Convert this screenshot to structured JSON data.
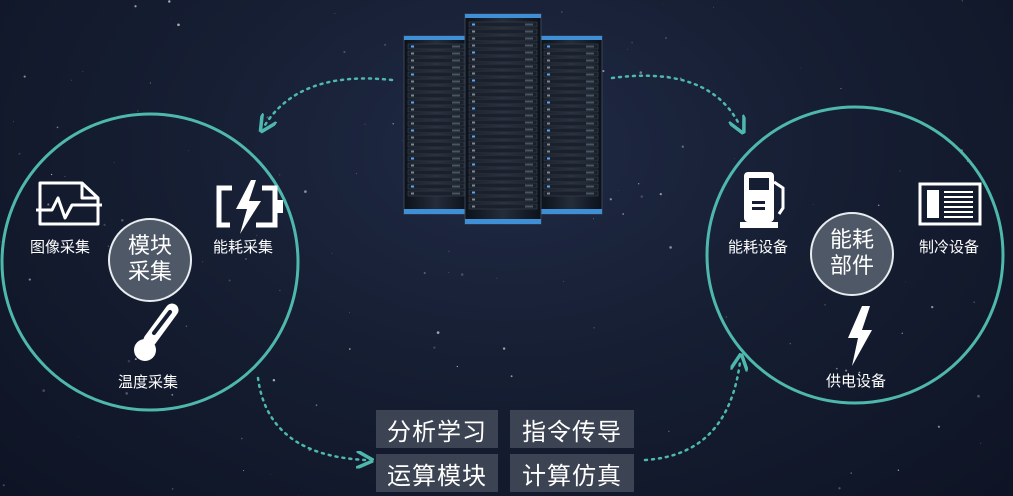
{
  "left_group": {
    "hub_label": "模块采集",
    "items": [
      {
        "label": "图像采集",
        "icon": "image-chart-icon"
      },
      {
        "label": "能耗采集",
        "icon": "battery-bolt-icon"
      },
      {
        "label": "温度采集",
        "icon": "thermometer-icon"
      }
    ]
  },
  "right_group": {
    "hub_label": "能耗部件",
    "items": [
      {
        "label": "能耗设备",
        "icon": "fuel-pump-icon"
      },
      {
        "label": "制冷设备",
        "icon": "cooling-unit-icon"
      },
      {
        "label": "供电设备",
        "icon": "lightning-icon"
      }
    ]
  },
  "center": {
    "icon": "server-rack-icon"
  },
  "functions": [
    "分析学习",
    "指令传导",
    "运算模块",
    "计算仿真"
  ],
  "colors": {
    "ring": "#4fb8ad",
    "hub": "#4e5866",
    "box": "#3c4352",
    "arrow": "#4fb8ad"
  }
}
